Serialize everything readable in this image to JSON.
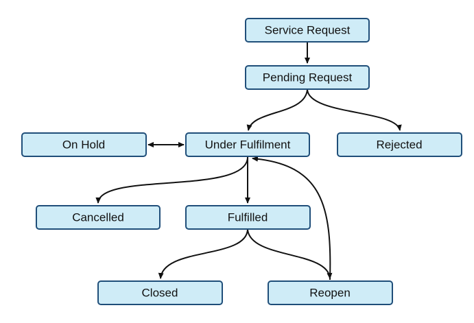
{
  "diagram": {
    "nodes": {
      "service_request": "Service Request",
      "pending_request": "Pending Request",
      "on_hold": "On Hold",
      "under_fulfilment": "Under Fulfilment",
      "rejected": "Rejected",
      "cancelled": "Cancelled",
      "fulfilled": "Fulfilled",
      "closed": "Closed",
      "reopen": "Reopen"
    },
    "edges": [
      {
        "from": "Service Request",
        "to": "Pending Request"
      },
      {
        "from": "Pending Request",
        "to": "Under Fulfilment"
      },
      {
        "from": "Pending Request",
        "to": "Rejected"
      },
      {
        "from": "Under Fulfilment",
        "to": "On Hold",
        "bidirectional": true
      },
      {
        "from": "Under Fulfilment",
        "to": "Cancelled"
      },
      {
        "from": "Under Fulfilment",
        "to": "Fulfilled"
      },
      {
        "from": "Fulfilled",
        "to": "Closed"
      },
      {
        "from": "Fulfilled",
        "to": "Reopen"
      },
      {
        "from": "Reopen",
        "to": "Under Fulfilment"
      }
    ],
    "colors": {
      "node_fill": "#cfecf7",
      "node_border": "#1f4e79",
      "edge": "#111111"
    }
  }
}
